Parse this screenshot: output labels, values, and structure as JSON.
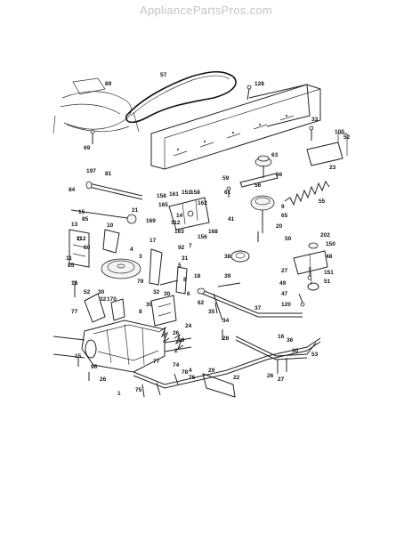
{
  "watermark": "AppliancePartsPros.com",
  "callouts": [
    "89",
    "57",
    "128",
    "69",
    "33",
    "100",
    "52",
    "63",
    "23",
    "197",
    "81",
    "66",
    "59",
    "61",
    "56",
    "84",
    "158",
    "161",
    "153",
    "158",
    "162",
    "55",
    "165",
    "14",
    "112",
    "169",
    "15",
    "21",
    "85",
    "13",
    "9",
    "65",
    "20",
    "41",
    "10",
    "112",
    "80",
    "4",
    "163",
    "92",
    "168",
    "156",
    "38",
    "50",
    "202",
    "150",
    "48",
    "7",
    "17",
    "11",
    "85",
    "3",
    "5",
    "31",
    "18",
    "27",
    "49",
    "151",
    "51",
    "39",
    "8",
    "79",
    "16",
    "52",
    "30",
    "32",
    "170",
    "32",
    "30",
    "6",
    "62",
    "47",
    "120",
    "35",
    "34",
    "37",
    "77",
    "30",
    "8",
    "28",
    "36",
    "24",
    "26",
    "19",
    "2",
    "77",
    "15",
    "96",
    "26",
    "1",
    "75",
    "76",
    "4",
    "78",
    "74",
    "22",
    "26",
    "27",
    "53",
    "29",
    "30",
    "16"
  ]
}
